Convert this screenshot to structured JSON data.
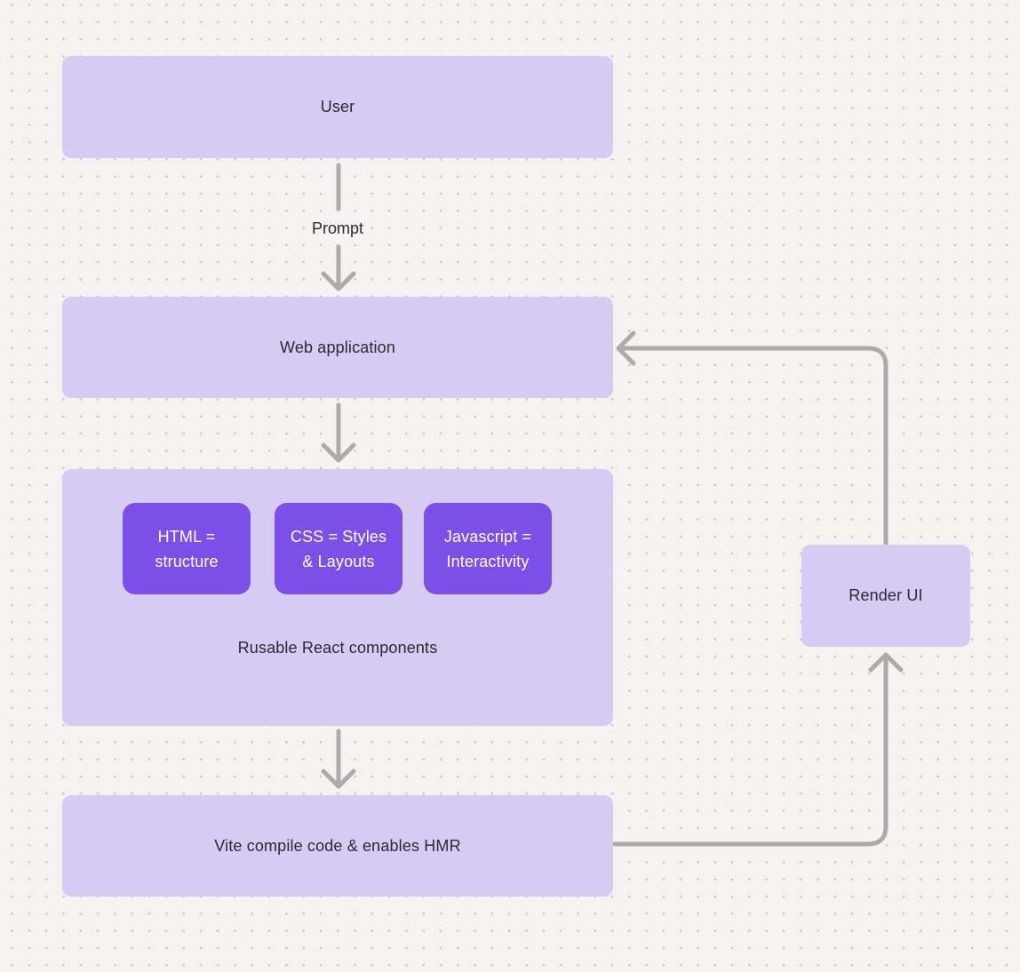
{
  "colors": {
    "canvas_bg": "#f4f3f1",
    "dot": "#c7c5c2",
    "node_fill": "#d5cbf3",
    "accent_fill": "#7c50e8",
    "accent_text": "#ffffff",
    "label_text": "#2b2a32",
    "arrow": "#adaaaa"
  },
  "nodes": {
    "user": {
      "label": "User"
    },
    "web_application": {
      "label": "Web application"
    },
    "components": {
      "label": "Rusable React components"
    },
    "html": {
      "lines": [
        "HTML =",
        "structure"
      ]
    },
    "css": {
      "lines": [
        "CSS = Styles",
        "& Layouts"
      ]
    },
    "javascript": {
      "lines": [
        "Javascript =",
        "Interactivity"
      ]
    },
    "vite": {
      "label": "Vite compile code & enables HMR"
    },
    "render_ui": {
      "label": "Render UI"
    }
  },
  "edges": {
    "prompt_label": "Prompt"
  }
}
